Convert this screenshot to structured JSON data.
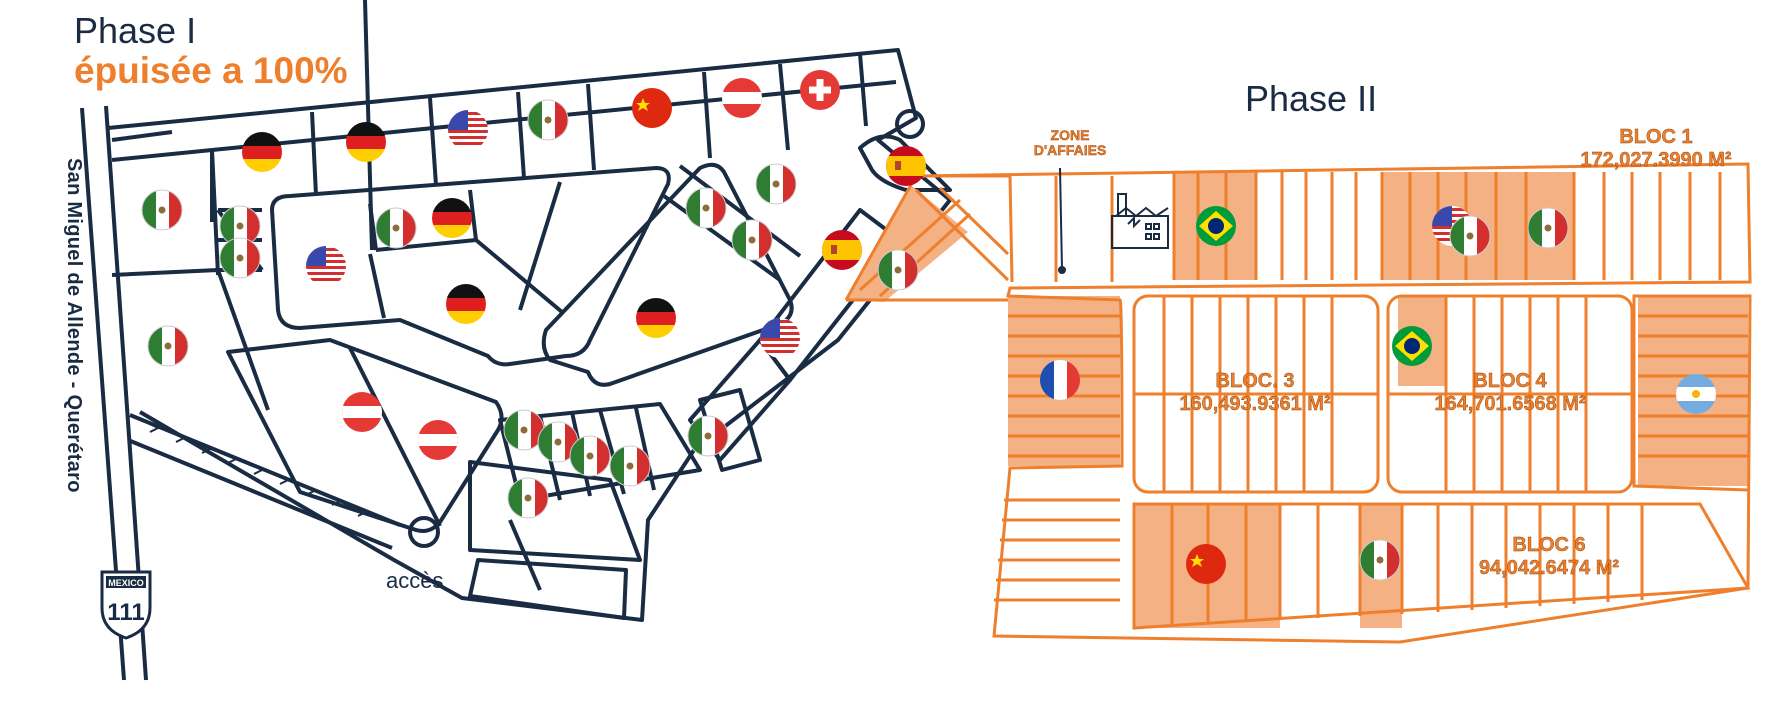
{
  "phase1": {
    "title": "Phase I",
    "status": "épuisée a 100%"
  },
  "phase2": {
    "title": "Phase II"
  },
  "road": {
    "name": "San Miguel de Allende - Querétaro",
    "shield_top": "MEXICO",
    "shield_number": "111"
  },
  "access": {
    "label": "accès"
  },
  "zone": {
    "line1": "ZONE",
    "line2": "D'AFFAIES"
  },
  "blocs": {
    "b1": {
      "name": "BLOC 1",
      "area": "172,027.3990 M²"
    },
    "b3": {
      "name": "BLOC. 3",
      "area": "160,493.9361 M²"
    },
    "b4": {
      "name": "BLOC 4",
      "area": "164,701.6568 M²"
    },
    "b6": {
      "name": "BLOC 6",
      "area": "94,042.6474 M²"
    }
  },
  "colors": {
    "navy": "#1a2b44",
    "orange": "#ee7f2d",
    "fill": "#f4b184"
  },
  "icons": {
    "phase1_flags": [
      "germany",
      "germany",
      "usa",
      "mexico",
      "china",
      "austria",
      "switzerland",
      "spain",
      "mexico",
      "mexico",
      "mexico",
      "mexico",
      "mexico",
      "germany",
      "usa",
      "germany",
      "germany",
      "mexico",
      "mexico",
      "spain",
      "mexico",
      "usa",
      "austria",
      "austria",
      "mexico",
      "mexico",
      "mexico",
      "mexico",
      "mexico",
      "mexico"
    ],
    "phase2_flags": [
      "mexico",
      "brazil",
      "usa-mexico",
      "mexico",
      "brazil",
      "france",
      "argentina",
      "china",
      "mexico"
    ],
    "factory": "factory-icon"
  }
}
